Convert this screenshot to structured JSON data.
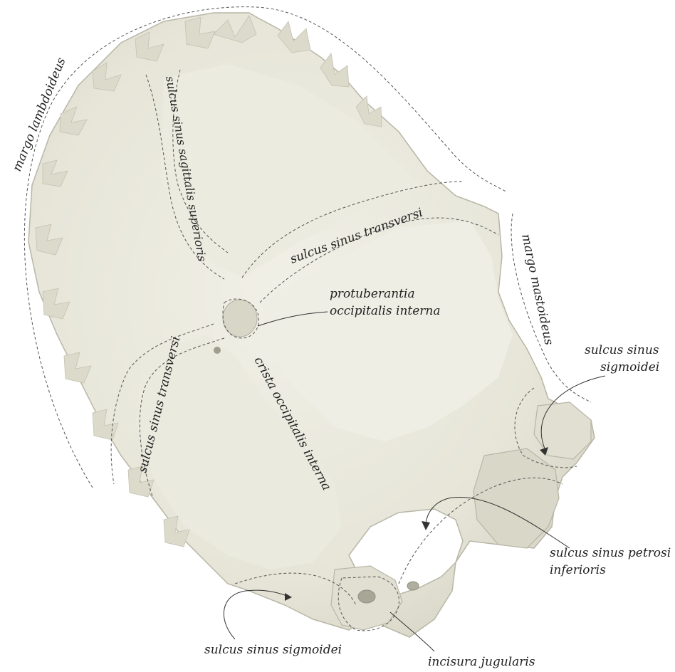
{
  "labels": {
    "margo_lambdoideus": "margo lambdoideus",
    "sulcus_sagittalis": "sulcus sinus sagittalis superioris",
    "sulcus_transversi_upper": "sulcus sinus transversi",
    "sulcus_transversi_lower": "sulcus sinus transversi",
    "margo_mastoideus": "margo mastoideus",
    "protuberantia_line1": "protuberantia",
    "protuberantia_line2": "occipitalis interna",
    "crista": "crista occipitalis interna",
    "sulcus_sigmoidei_right_line1": "sulcus sinus",
    "sulcus_sigmoidei_right_line2": "sigmoidei",
    "sulcus_petrosi_line1": "sulcus sinus petrosi",
    "sulcus_petrosi_line2": "inferioris",
    "sulcus_sigmoidei_bottom": "sulcus sinus sigmoidei",
    "incisura_jugularis": "incisura jugularis"
  },
  "colors": {
    "bone_fill": "#e6e5d8",
    "bone_shadow": "#cfcdbd",
    "bone_highlight": "#f1f0e7",
    "background": "#ffffff",
    "label_text": "#222222",
    "dashed_outline": "#555555"
  }
}
